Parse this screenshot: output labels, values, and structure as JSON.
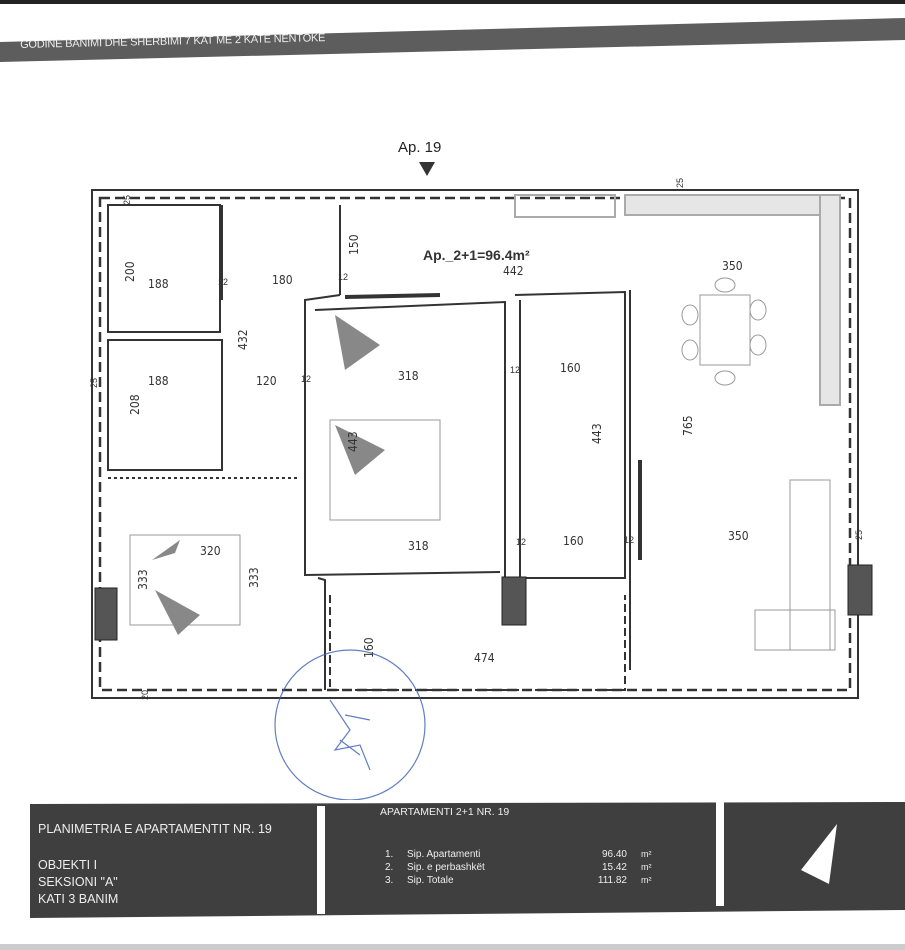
{
  "header": {
    "title": "GODINE BANIMI DHE SHERBIMI 7 KAT ME 2 KATE NENTOKE"
  },
  "plan": {
    "apartment_marker": "Ap. 19",
    "area_label": "Ap._2+1=96.4m²",
    "dimensions": [
      "442",
      "350",
      "350",
      "188",
      "180",
      "150",
      "200",
      "188",
      "120",
      "208",
      "432",
      "318",
      "443",
      "160",
      "443",
      "765",
      "320",
      "333",
      "333",
      "318",
      "160",
      "160",
      "474",
      "25",
      "25",
      "25",
      "25",
      "12",
      "12",
      "12",
      "12",
      "12",
      "12",
      "20"
    ],
    "stamp_color": "#3a5fb0"
  },
  "panel": {
    "title": "PLANIMETRIA E APARTAMENTIT NR. 19",
    "objekt": "OBJEKTI I",
    "seksioni": "SEKSIONI \"A\"",
    "kati": "KATI  3  BANIM",
    "apartment_title": "APARTAMENTI 2+1 NR. 19",
    "rows": [
      {
        "num": "1.",
        "label": "Sip. Apartamenti",
        "value": "96.40",
        "unit": "m²"
      },
      {
        "num": "2.",
        "label": "Sip. e perbashkët",
        "value": "15.42",
        "unit": "m²"
      },
      {
        "num": "3.",
        "label": "Sip. Totale",
        "value": "111.82",
        "unit": "m²"
      }
    ],
    "north_icon": "north-arrow-icon"
  }
}
